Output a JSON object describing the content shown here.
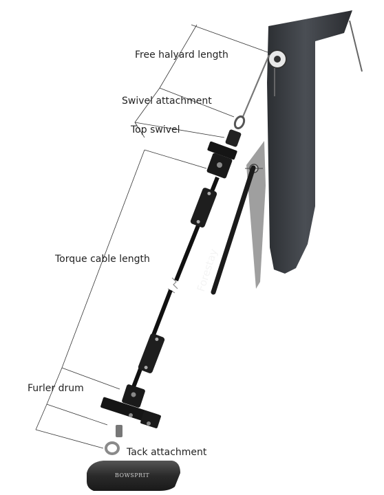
{
  "labels": {
    "free_halyard_length": "Free halyard length",
    "swivel_attachment": "Swivel attachment",
    "top_swivel": "Top swivel",
    "torque_cable_length": "Torque cable length",
    "furler_drum": "Furler drum",
    "tack_attachment": "Tack attachment",
    "forestay": "Forestay",
    "bowsprit": "BOWSPRIT"
  },
  "colors": {
    "mast": "#3a3d42",
    "hardware": "#1a1a1a",
    "cable": "#111111",
    "bowsprit": "#2b2b2b",
    "leader_lines": "#333333"
  }
}
